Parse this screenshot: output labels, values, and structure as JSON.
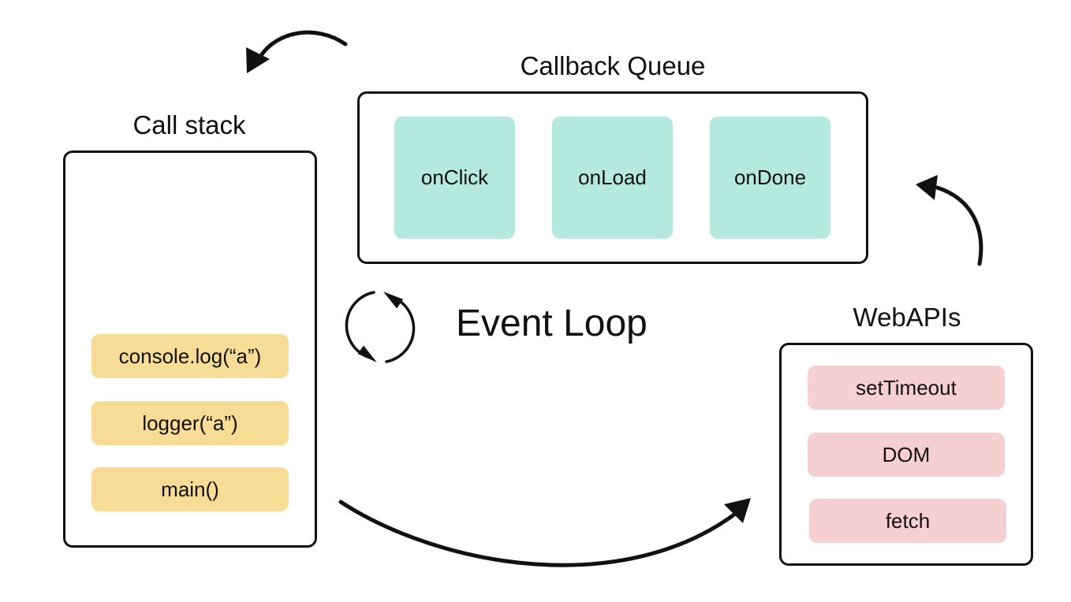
{
  "call_stack": {
    "title": "Call stack",
    "frames": [
      "console.log(“a”)",
      "logger(“a”)",
      "main()"
    ]
  },
  "callback_queue": {
    "title": "Callback Queue",
    "items": [
      "onClick",
      "onLoad",
      "onDone"
    ]
  },
  "event_loop": {
    "label": "Event Loop"
  },
  "web_apis": {
    "title": "WebAPIs",
    "items": [
      "setTimeout",
      "DOM",
      "fetch"
    ]
  },
  "colors": {
    "stack_frame": "#f7dc95",
    "queue_item": "#b5e8df",
    "web_api_item": "#f6d0d1",
    "stroke": "#111111"
  }
}
